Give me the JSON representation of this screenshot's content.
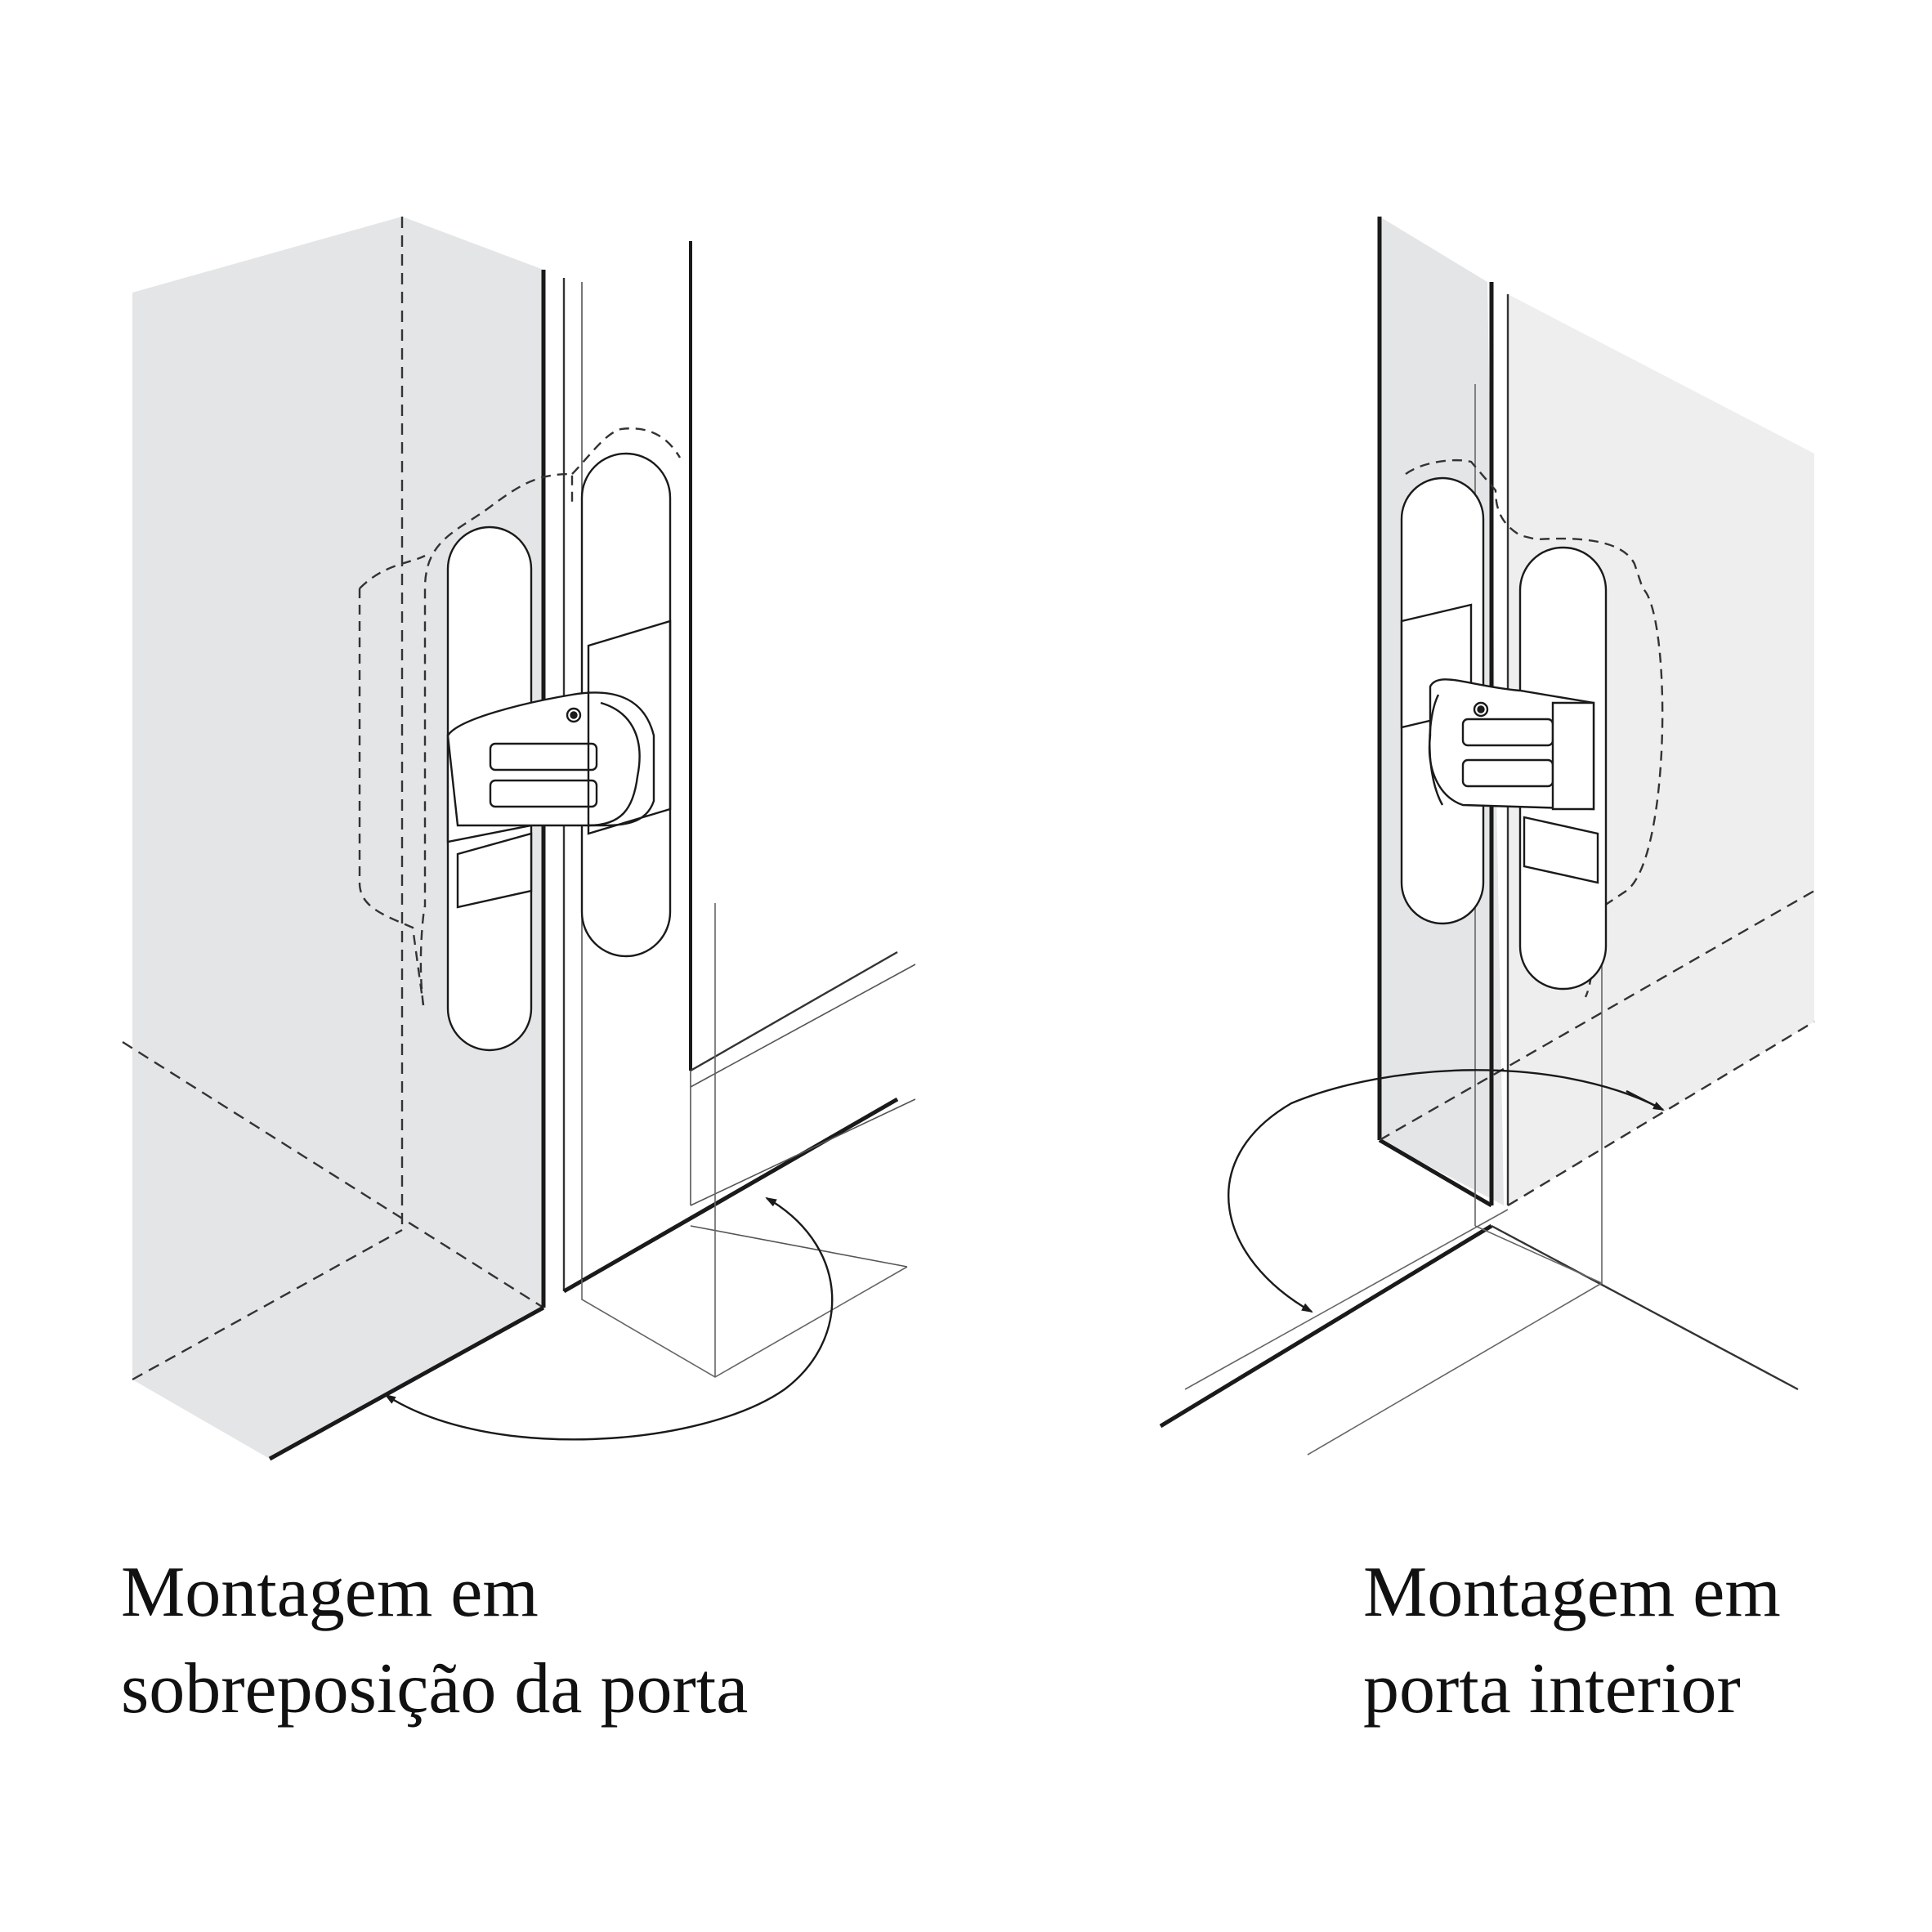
{
  "colors": {
    "wall_fill": "#e4e5e6",
    "wall_fill_light": "#eeeeee",
    "line": "#1a1a1a",
    "thin_line": "#555555",
    "background": "#ffffff"
  },
  "captions": {
    "overlay": {
      "line1": "Montagem em",
      "line2": "sobreposição da porta"
    },
    "interior": {
      "line1": "Montagem em",
      "line2": "porta interior"
    }
  },
  "icons": {
    "swing_arrow": "curved-arrow",
    "hinge": "concealed-hinge"
  }
}
